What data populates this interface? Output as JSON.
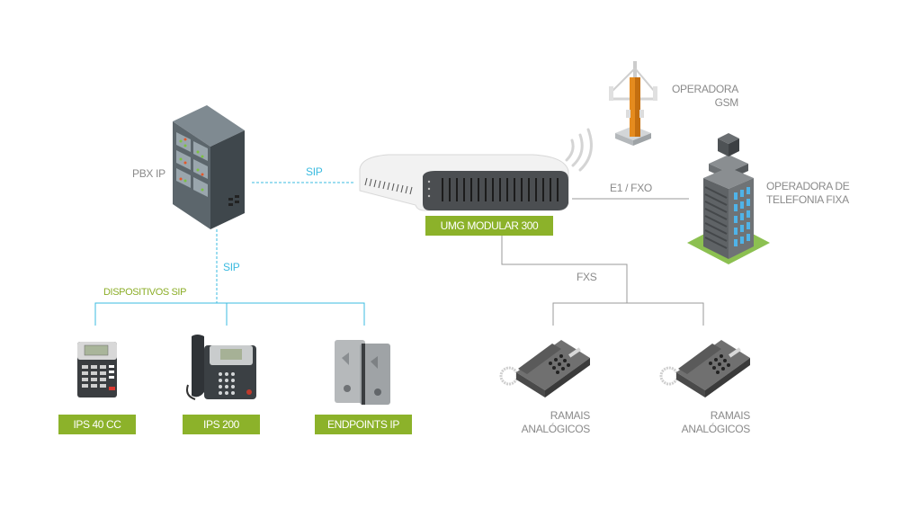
{
  "colors": {
    "badge_green": "#8cb22a",
    "sip_blue": "#3bbbe0",
    "label_green": "#8cae28",
    "line_gray": "#9a9a9a",
    "text_gray": "#8a8a8a"
  },
  "nodes": {
    "pbx": {
      "label": "PBX IP",
      "icon": "server-rack-icon"
    },
    "umg": {
      "label": "UMG MODULAR 300",
      "icon": "gateway-device-icon"
    },
    "gsm": {
      "label_line1": "OPERADORA",
      "label_line2": "GSM",
      "icon": "cell-tower-icon"
    },
    "fixa": {
      "label_line1": "OPERADORA DE",
      "label_line2": "TELEFONIA FIXA",
      "icon": "office-building-icon"
    },
    "ips40": {
      "label": "IPS 40 CC",
      "icon": "ip-keypad-phone-icon"
    },
    "ips200": {
      "label": "IPS 200",
      "icon": "ip-desk-phone-icon"
    },
    "endpoints": {
      "label": "ENDPOINTS IP",
      "icon": "door-intercom-icon"
    },
    "ramal1": {
      "label_line1": "RAMAIS",
      "label_line2": "ANALÓGICOS",
      "icon": "analog-phone-icon"
    },
    "ramal2": {
      "label_line1": "RAMAIS",
      "label_line2": "ANALÓGICOS",
      "icon": "analog-phone-icon"
    }
  },
  "connections": {
    "pbx_umg": "SIP",
    "pbx_devices": "SIP",
    "devices_group": "DISPOSITIVOS SIP",
    "umg_fixa": "E1 / FXO",
    "umg_ramais": "FXS"
  }
}
